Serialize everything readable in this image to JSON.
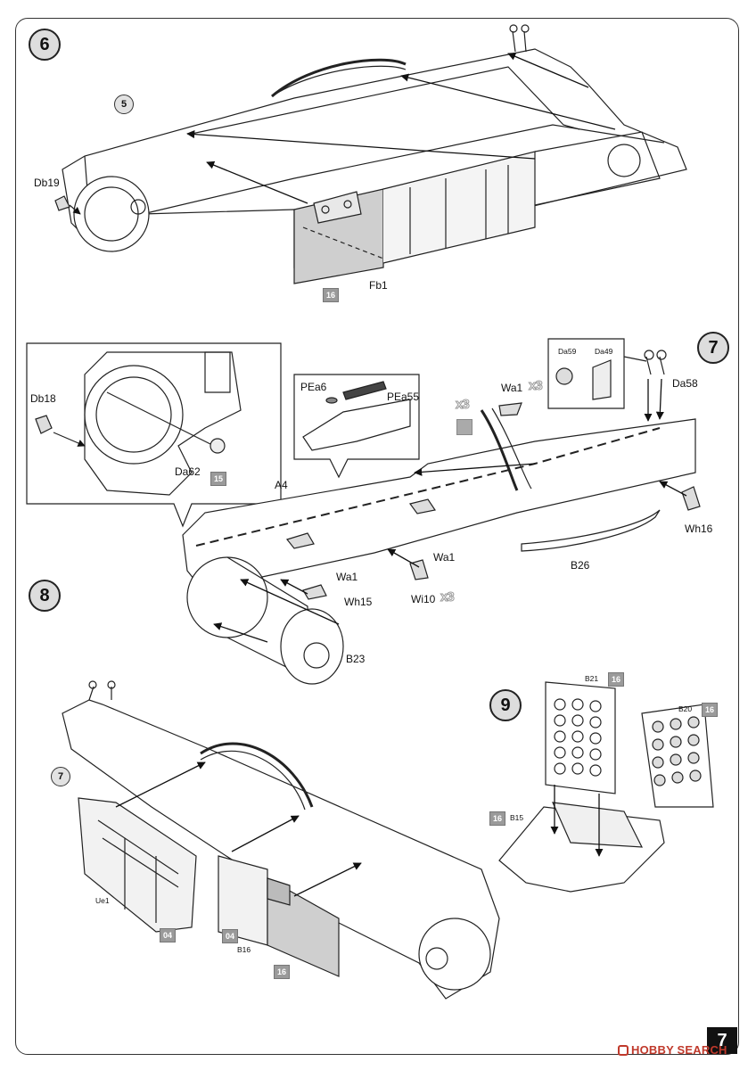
{
  "page_number": "7",
  "watermark": "HOBBY SEARCH",
  "steps": {
    "s6": "6",
    "s7": "7",
    "s8": "8",
    "s9": "9"
  },
  "subassembly_refs": {
    "ref5": "5",
    "ref7": "7"
  },
  "parts": {
    "db19": "Db19",
    "fb1": "Fb1",
    "db18": "Db18",
    "da62": "Da62",
    "pea6": "PEa6",
    "pea55": "PEa55",
    "a4": "A4",
    "wa1_top": "Wa1",
    "wa1_left": "Wa1",
    "wa1_mid": "Wa1",
    "wi10": "Wi10",
    "wh15": "Wh15",
    "wh16": "Wh16",
    "b26": "B26",
    "b23": "B23",
    "da59": "Da59",
    "da49": "Da49",
    "da58": "Da58",
    "ue1": "Ue1",
    "b16": "B16",
    "b21": "B21",
    "b20": "B20",
    "b15": "B15"
  },
  "paint_codes": {
    "fb1": "16",
    "da62": "15",
    "ue1": "04",
    "b16_a": "04",
    "b16_b": "16",
    "b21": "16",
    "b20": "16",
    "b15": "16"
  },
  "multipliers": {
    "wa1": "x3",
    "left": "x3",
    "wi10": "x3"
  },
  "icons": [
    "assembly-arrow-icon",
    "mirror-part-icon",
    "hobby-search-logo-icon"
  ]
}
